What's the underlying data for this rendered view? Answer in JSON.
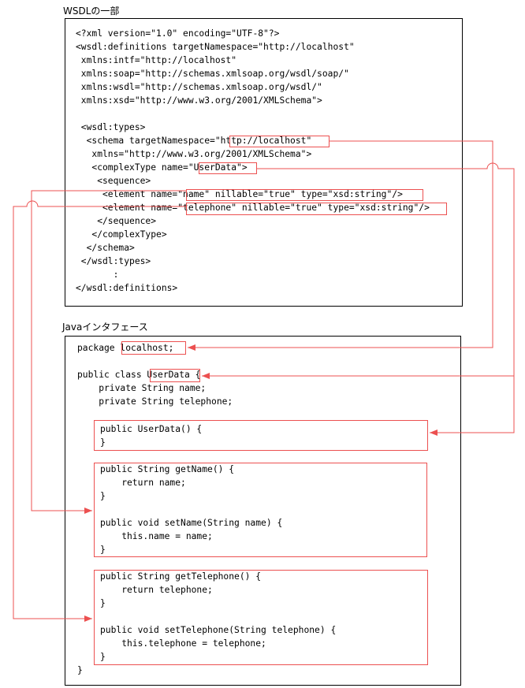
{
  "colors": {
    "accent": "#ec5050",
    "border": "#000000",
    "text": "#000000",
    "background": "#ffffff"
  },
  "wsdl": {
    "title": "WSDLの一部",
    "lines": [
      "<?xml version=\"1.0\" encoding=\"UTF-8\"?>",
      "<wsdl:definitions targetNamespace=\"http://localhost\"",
      " xmlns:intf=\"http://localhost\"",
      " xmlns:soap=\"http://schemas.xmlsoap.org/wsdl/soap/\"",
      " xmlns:wsdl=\"http://schemas.xmlsoap.org/wsdl/\"",
      " xmlns:xsd=\"http://www.w3.org/2001/XMLSchema\">",
      "",
      " <wsdl:types>",
      "  <schema targetNamespace=\"http://localhost\"",
      "   xmlns=\"http://www.w3.org/2001/XMLSchema\">",
      "   <complexType name=\"UserData\">",
      "    <sequence>",
      "     <element name=\"name\" nillable=\"true\" type=\"xsd:string\"/>",
      "     <element name=\"telephone\" nillable=\"true\" type=\"xsd:string\"/>",
      "    </sequence>",
      "   </complexType>",
      "  </schema>",
      " </wsdl:types>",
      "       :",
      "</wsdl:definitions>"
    ]
  },
  "java": {
    "title": "Javaインタフェース",
    "header_lines": [
      "package localhost;",
      "",
      "public class UserData {",
      "    private String name;",
      "    private String telephone;"
    ],
    "constructor_lines": [
      "public UserData() {",
      "}"
    ],
    "name_methods_lines": [
      "public String getName() {",
      "    return name;",
      "}",
      "",
      "public void setName(String name) {",
      "    this.name = name;",
      "}"
    ],
    "telephone_methods_lines": [
      "public String getTelephone() {",
      "    return telephone;",
      "}",
      "",
      "public void setTelephone(String telephone) {",
      "    this.telephone = telephone;",
      "}"
    ],
    "closing_brace": "}"
  }
}
